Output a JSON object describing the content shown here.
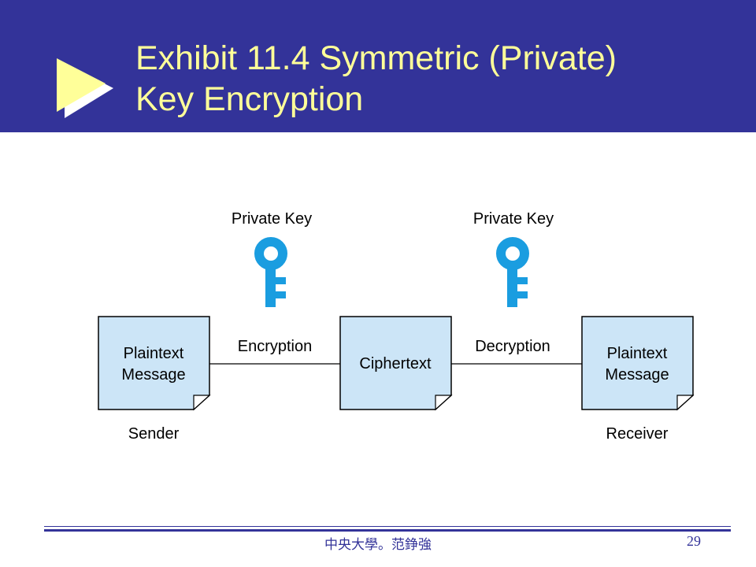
{
  "slide": {
    "title_line1": "Exhibit 11.4 Symmetric (Private)",
    "title_line2": "Key Encryption",
    "footer_text": "中央大學。范錚強",
    "page_number": "29"
  },
  "diagram": {
    "key_left_label": "Private Key",
    "key_right_label": "Private Key",
    "box_left": {
      "line1": "Plaintext",
      "line2": "Message"
    },
    "box_middle": {
      "line1": "Ciphertext"
    },
    "box_right": {
      "line1": "Plaintext",
      "line2": "Message"
    },
    "edge_left_label": "Encryption",
    "edge_right_label": "Decryption",
    "sender_label": "Sender",
    "receiver_label": "Receiver"
  },
  "colors": {
    "header_bg": "#333399",
    "title_text": "#ffff99",
    "box_fill": "#cce5f7",
    "key_fill": "#1a9de0"
  },
  "icons": {
    "bullet": "triangle-bullet-icon",
    "key": "key-icon"
  }
}
